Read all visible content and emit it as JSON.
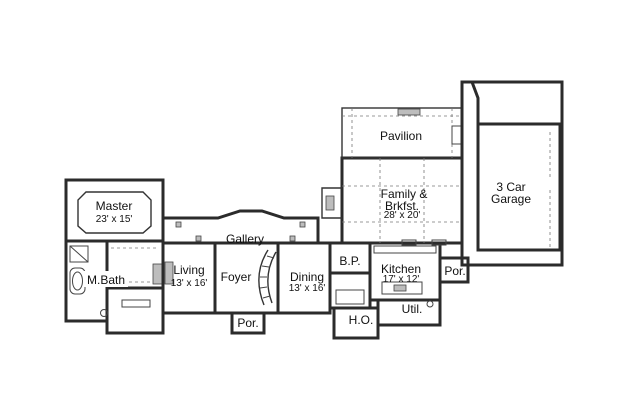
{
  "rooms": {
    "master": {
      "name": "Master",
      "dims": "23' x 15'"
    },
    "mbath": {
      "name": "M.Bath"
    },
    "living": {
      "name": "Living",
      "dims": "13' x 16'"
    },
    "gallery": {
      "name": "Gallery"
    },
    "foyer": {
      "name": "Foyer"
    },
    "porch_front": {
      "name": "Por."
    },
    "dining": {
      "name": "Dining",
      "dims": "13' x 16'"
    },
    "bp": {
      "name": "B.P."
    },
    "ho": {
      "name": "H.O."
    },
    "util": {
      "name": "Util."
    },
    "kitchen": {
      "name": "Kitchen",
      "dims": "17' x 12'"
    },
    "family": {
      "name_line1": "Family &",
      "name_line2": "Brkfst.",
      "dims": "28' x 20'"
    },
    "pavilion": {
      "name": "Pavilion"
    },
    "garage": {
      "name_line1": "3 Car",
      "name_line2": "Garage"
    },
    "porch_side": {
      "name": "Por."
    }
  }
}
